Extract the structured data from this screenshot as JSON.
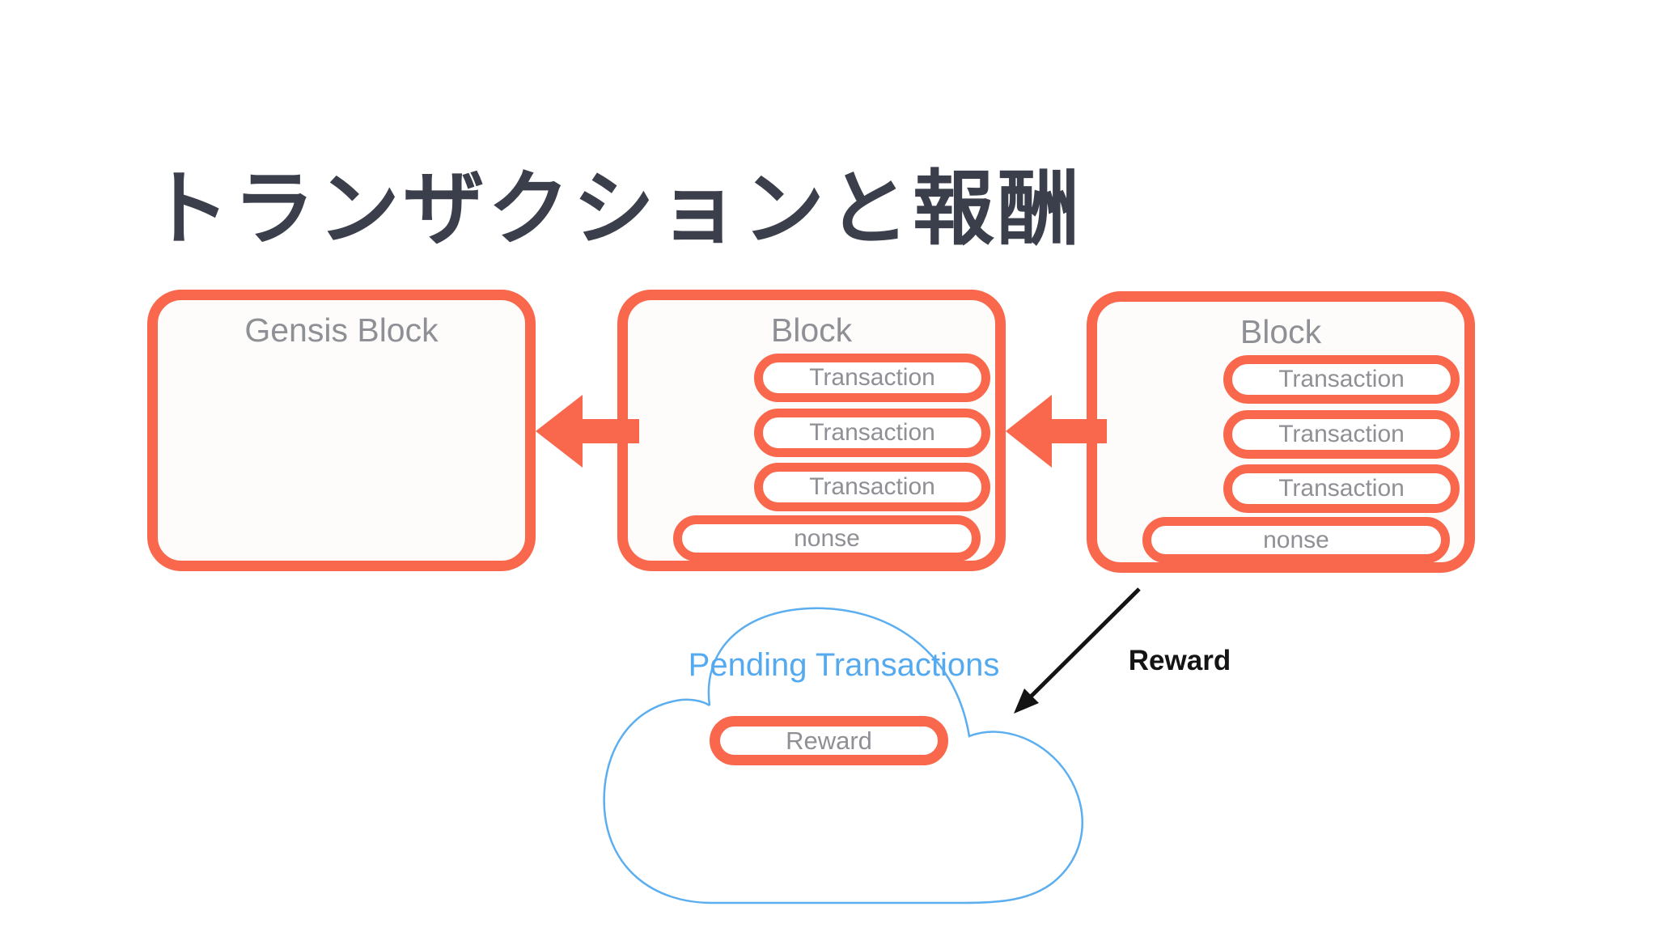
{
  "slide": {
    "title": "トランザクションと報酬",
    "blocks": [
      {
        "label": "Gensis Block",
        "transactions": [],
        "nonce": null
      },
      {
        "label": "Block",
        "transactions": [
          "Transaction",
          "Transaction",
          "Transaction"
        ],
        "nonce": "nonse"
      },
      {
        "label": "Block",
        "transactions": [
          "Transaction",
          "Transaction",
          "Transaction"
        ],
        "nonce": "nonse"
      }
    ],
    "cloud": {
      "label": "Pending Transactions",
      "pill": "Reward"
    },
    "reward_arrow_label": "Reward",
    "colors": {
      "coral": "#f9684c",
      "gray_text": "#8f9095",
      "blue": "#55aaef",
      "title_dark": "#3b3f4b",
      "black": "#141414",
      "block_fill": "#fdfcfb"
    }
  }
}
